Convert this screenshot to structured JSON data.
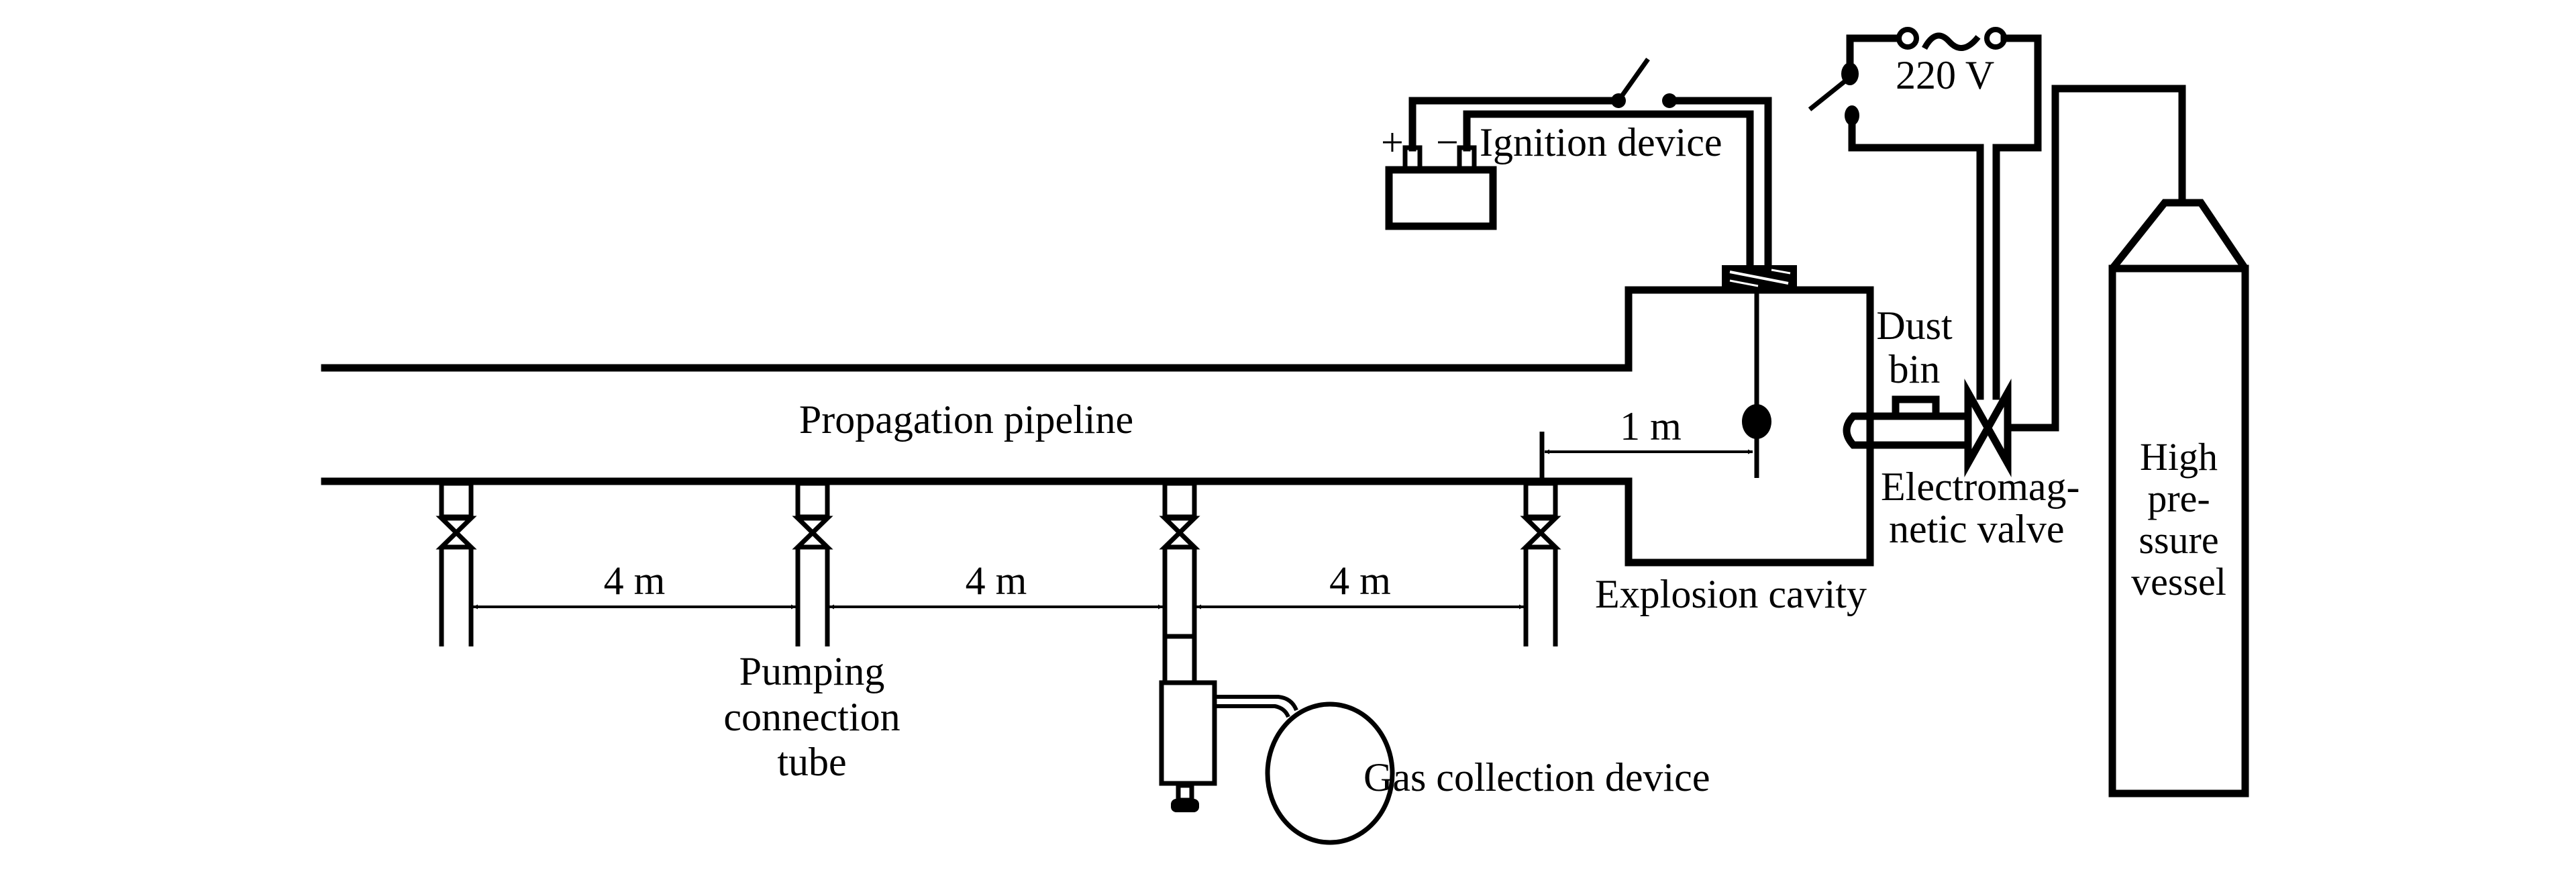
{
  "title": "Experimental system schematic: dust explosion propagation pipeline",
  "colors": {
    "stroke": "#000000",
    "background": "#ffffff"
  },
  "labels": {
    "propagation_pipeline": "Propagation pipeline",
    "ignition_device": "Ignition device",
    "battery_plus": "+",
    "battery_minus": "−",
    "voltage": "220 V",
    "dust_bin_line1": "Dust",
    "dust_bin_line2": "bin",
    "valve_line1": "Electromag-",
    "valve_line2": "netic valve",
    "explosion_cavity": "Explosion cavity",
    "vessel_line1": "High",
    "vessel_line2": "pre-",
    "vessel_line3": "ssure",
    "vessel_line4": "vessel",
    "pumping_line1": "Pumping",
    "pumping_line2": "connection",
    "pumping_line3": "tube",
    "gas_collection": "Gas collection device"
  },
  "dimensions": {
    "ignition_to_first_tube": "1 m",
    "tube_spacing": [
      "4 m",
      "4 m",
      "4 m"
    ]
  },
  "components": [
    "propagation-pipeline",
    "explosion-cavity",
    "ignition-electrode",
    "ignition-battery",
    "ignition-switch",
    "ac-power-source",
    "power-switch",
    "dust-bin",
    "electromagnetic-valve",
    "high-pressure-vessel",
    "pumping-connection-tubes",
    "gas-collection-device"
  ],
  "pumping_tubes_count": 4
}
